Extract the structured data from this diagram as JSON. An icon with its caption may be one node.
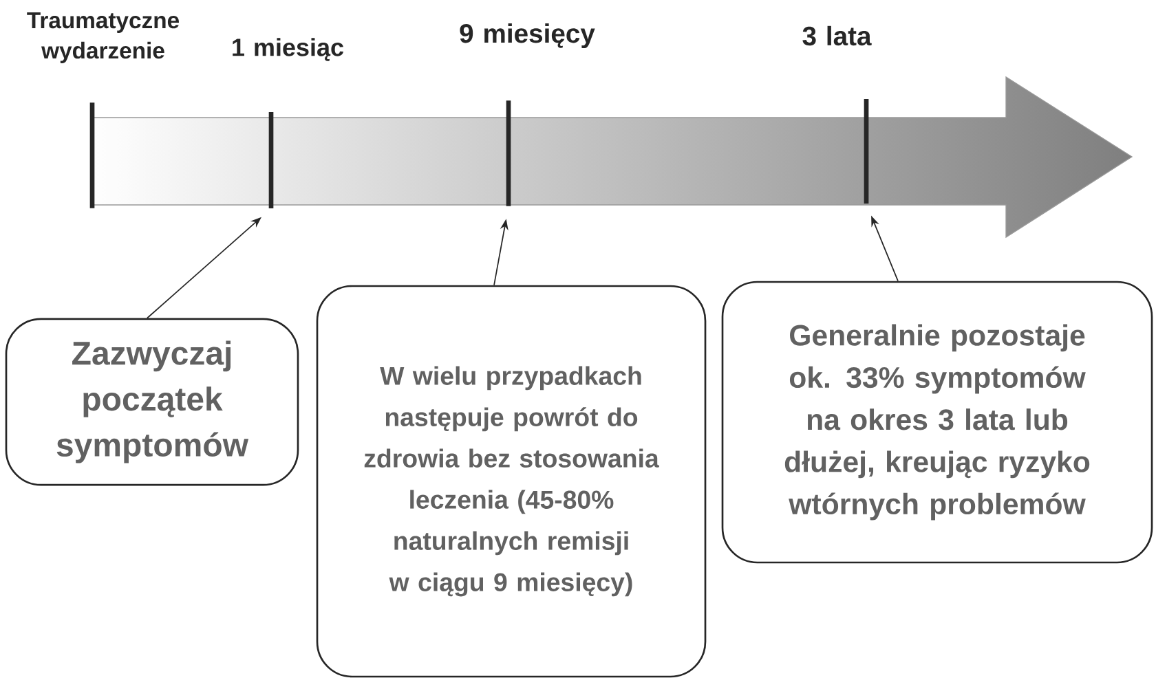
{
  "diagram": {
    "nodes": [
      {
        "text": [],
        "shape": "bar",
        "beside": [
          "Traumatyczne wydarzenie"
        ]
      },
      {
        "text": [],
        "shape": "bar",
        "beside": [
          "1 miesiąc"
        ]
      },
      {
        "text": [],
        "shape": "bar",
        "beside": [
          "9 miesięcy"
        ]
      },
      {
        "text": [],
        "shape": "bar",
        "beside": [
          "3  lata"
        ]
      },
      {
        "text": [
          "Zazwyczaj początek symptomów"
        ]
      },
      {
        "text": [
          "W wielu przypadkach następuje powrót do zdrowia bez stosowania leczenia (45-80% naturalnych remisji w ciągu 9 miesięcy)"
        ]
      },
      {
        "text": [
          "Generalnie pozostaje ok. 33% symptomów na okres 3 lata lub dłużej, kreując ryzyko wtórnych problemów"
        ]
      }
    ],
    "edges": [
      {
        "from": 4,
        "to": 1,
        "arrow": "to"
      },
      {
        "from": 5,
        "to": 2,
        "arrow": "to"
      },
      {
        "from": 6,
        "to": 3,
        "arrow": "to"
      }
    ]
  }
}
